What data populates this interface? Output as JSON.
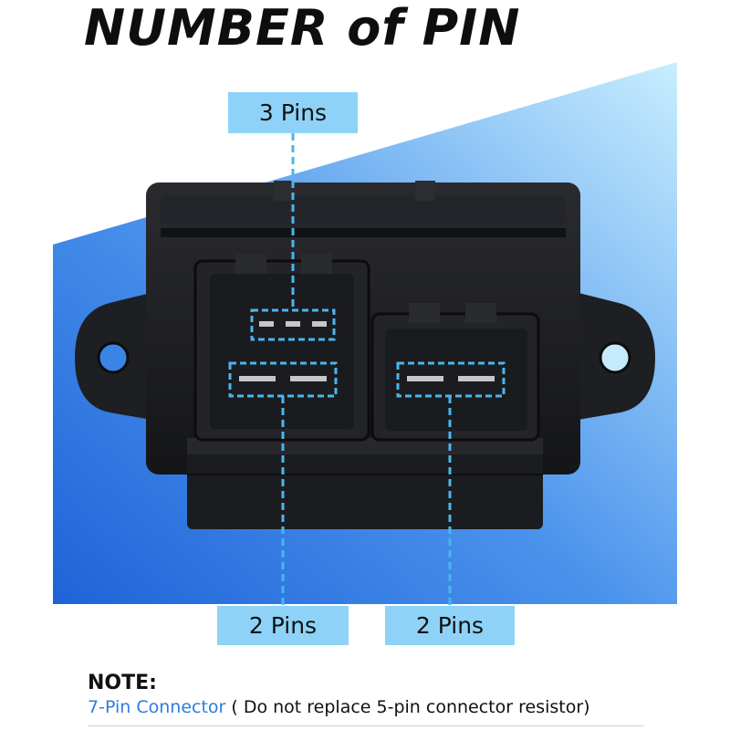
{
  "title": "NUMBER of PIN",
  "labels": {
    "top": "3 Pins",
    "bottom_left": "2 Pins",
    "bottom_right": "2 Pins"
  },
  "note": {
    "heading": "NOTE:",
    "highlight": "7-Pin Connector",
    "text": " ( Do not replace 5-pin connector resistor)"
  },
  "colors": {
    "accent_blue": "#2f7de0",
    "label_bg": "#8ed3f7",
    "dash_line": "#49b6ee",
    "connector_body": "#1c1d20"
  }
}
